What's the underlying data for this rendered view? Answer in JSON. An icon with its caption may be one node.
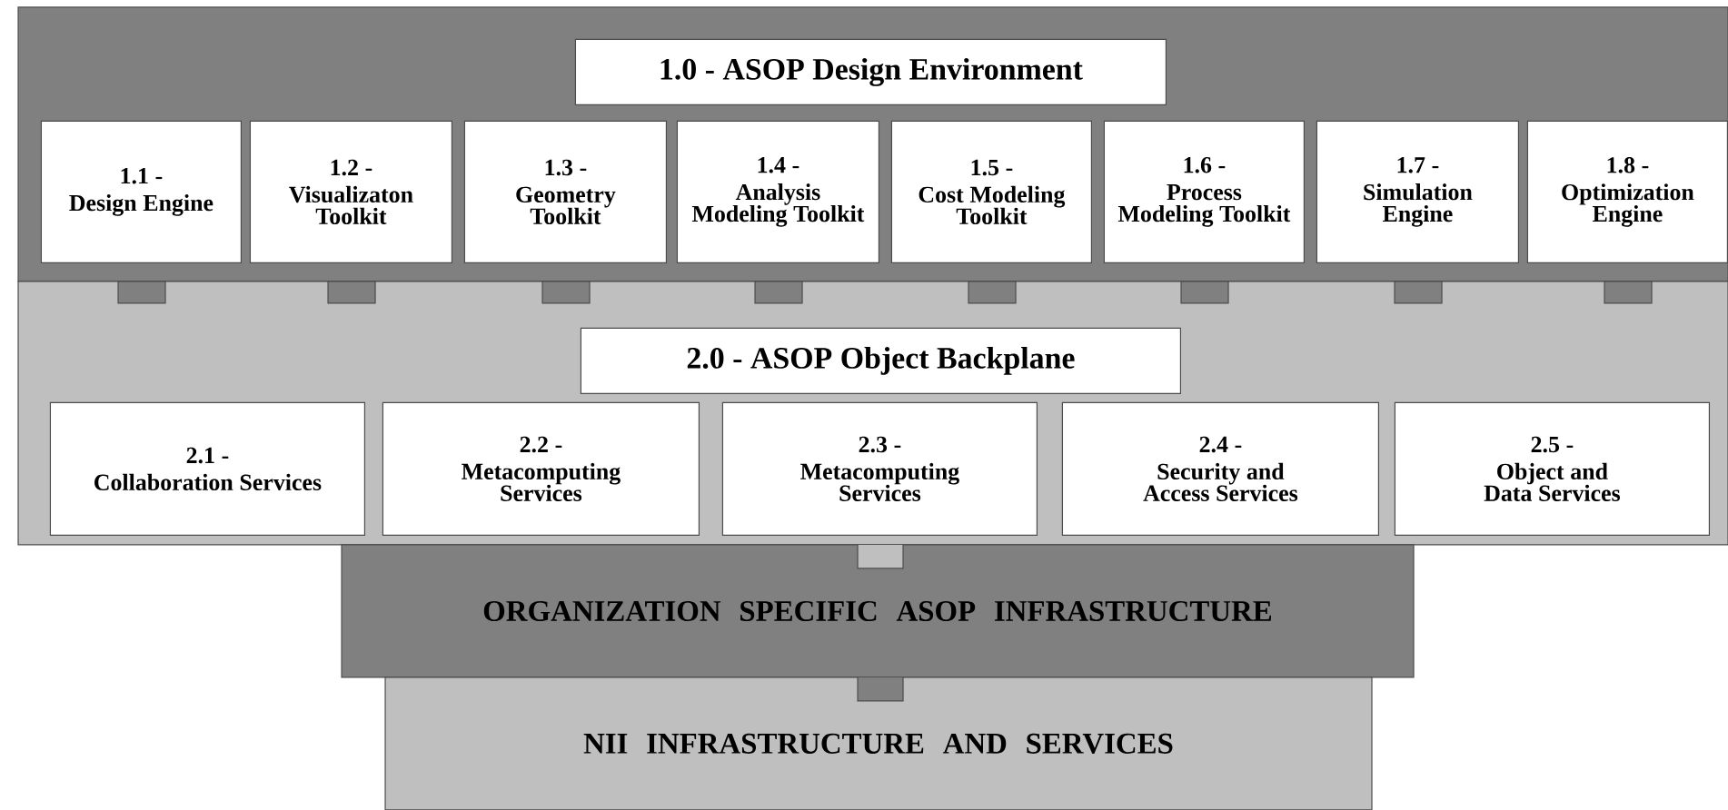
{
  "diagram": {
    "nodes": [
      {
        "text": [],
        "shape": "box"
      },
      {
        "text": [
          "1.0 - ASOP Design Environment"
        ],
        "in": 0
      },
      {
        "text": [
          "1.1 -",
          "Design Engine"
        ],
        "in": 0
      },
      {
        "text": [
          "1.2 -",
          "Visualizaton Toolkit"
        ],
        "in": 0
      },
      {
        "text": [
          "1.3 -",
          "Geometry Toolkit"
        ],
        "in": 0
      },
      {
        "text": [
          "1.4 -",
          "Analysis Modeling Toolkit"
        ],
        "in": 0
      },
      {
        "text": [
          "1.5 -",
          "Cost Modeling Toolkit"
        ],
        "in": 0
      },
      {
        "text": [
          "1.6 -",
          "Process Modeling Toolkit"
        ],
        "in": 0
      },
      {
        "text": [
          "1.7 -",
          "Simulation Engine"
        ],
        "in": 0
      },
      {
        "text": [
          "1.8 -",
          "Optimization Engine"
        ],
        "in": 0
      },
      {
        "text": [],
        "shape": "box"
      },
      {
        "text": [
          "2.0 - ASOP Object Backplane"
        ],
        "in": 10
      },
      {
        "text": [
          "2.1 -",
          "Collaboration Services"
        ],
        "in": 10
      },
      {
        "text": [
          "2.2 -",
          "Metacomputing Services"
        ],
        "in": 10
      },
      {
        "text": [
          "2.3 -",
          "Metacomputing Services"
        ],
        "in": 10
      },
      {
        "text": [
          "2.4 -",
          "Security and Access Services"
        ],
        "in": 10
      },
      {
        "text": [
          "2.5 -",
          "Object and Data Services"
        ],
        "in": 10
      },
      {
        "text": [
          "ORGANIZATION SPECIFIC ASOP INFRASTRUCTURE"
        ]
      },
      {
        "text": [
          "NII INFRASTRUCTURE AND SERVICES"
        ]
      }
    ]
  }
}
